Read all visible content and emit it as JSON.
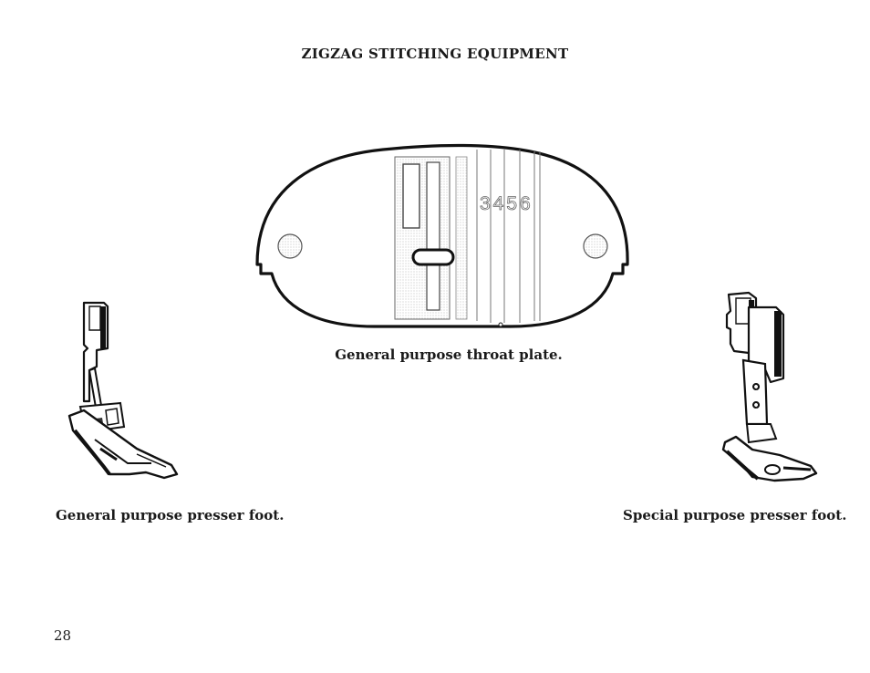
{
  "page": {
    "title": "ZIGZAG STITCHING EQUIPMENT",
    "page_number": "28"
  },
  "figures": {
    "throat_plate": {
      "caption": "General purpose throat plate.",
      "markings": "3456"
    },
    "general_foot": {
      "caption": "General purpose presser foot."
    },
    "special_foot": {
      "caption": "Special purpose presser foot."
    }
  }
}
